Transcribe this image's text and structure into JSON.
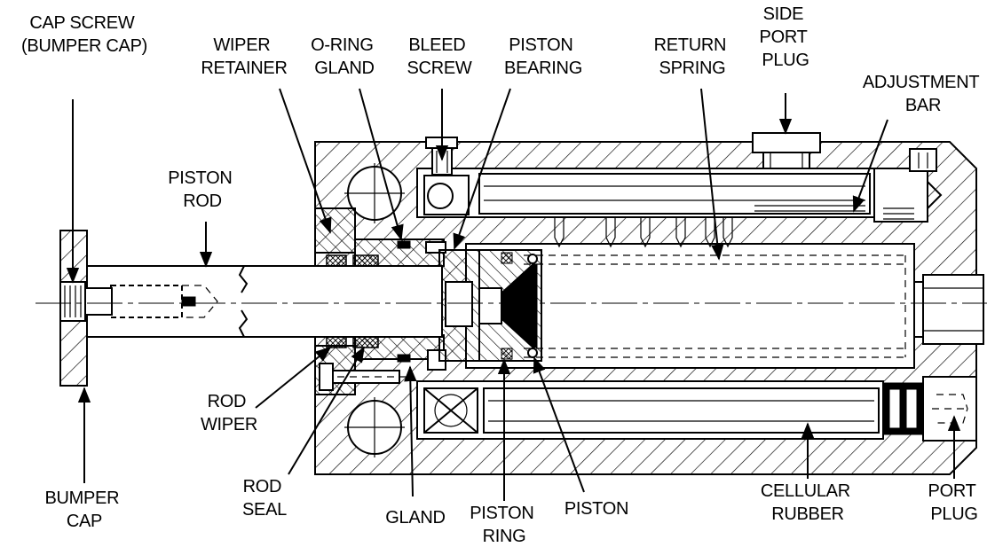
{
  "labels": {
    "cap_screw": [
      "CAP SCREW",
      "(BUMPER CAP)"
    ],
    "wiper_retainer": [
      "WIPER",
      "RETAINER"
    ],
    "o_ring_gland": [
      "O-RING",
      "GLAND"
    ],
    "bleed_screw": [
      "BLEED",
      "SCREW"
    ],
    "piston_bearing": [
      "PISTON",
      "BEARING"
    ],
    "return_spring": [
      "RETURN",
      "SPRING"
    ],
    "side_port_plug": [
      "SIDE",
      "PORT",
      "PLUG"
    ],
    "adjustment_bar": [
      "ADJUSTMENT",
      "BAR"
    ],
    "piston_rod": [
      "PISTON",
      "ROD"
    ],
    "rod_wiper": [
      "ROD",
      "WIPER"
    ],
    "rod_seal": [
      "ROD",
      "SEAL"
    ],
    "gland": [
      "GLAND"
    ],
    "piston_ring": [
      "PISTON",
      "RING"
    ],
    "piston": [
      "PISTON"
    ],
    "cellular_rubber": [
      "CELLULAR",
      "RUBBER"
    ],
    "port_plug": [
      "PORT",
      "PLUG"
    ],
    "bumper_cap": [
      "BUMPER",
      "CAP"
    ]
  }
}
